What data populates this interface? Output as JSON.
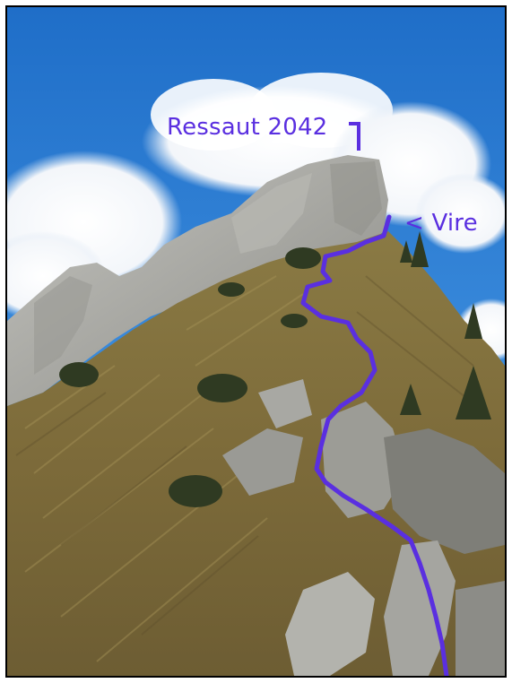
{
  "photo": {
    "subject": "mountain-ridge-with-route",
    "route_color": "#5a2fe0",
    "sky_color": "#2f7fd0",
    "grass_color": "#8b7a45",
    "rock_color": "#a9a9a4"
  },
  "annotations": {
    "ressaut": "Ressaut 2042",
    "vire": "< Vire"
  }
}
